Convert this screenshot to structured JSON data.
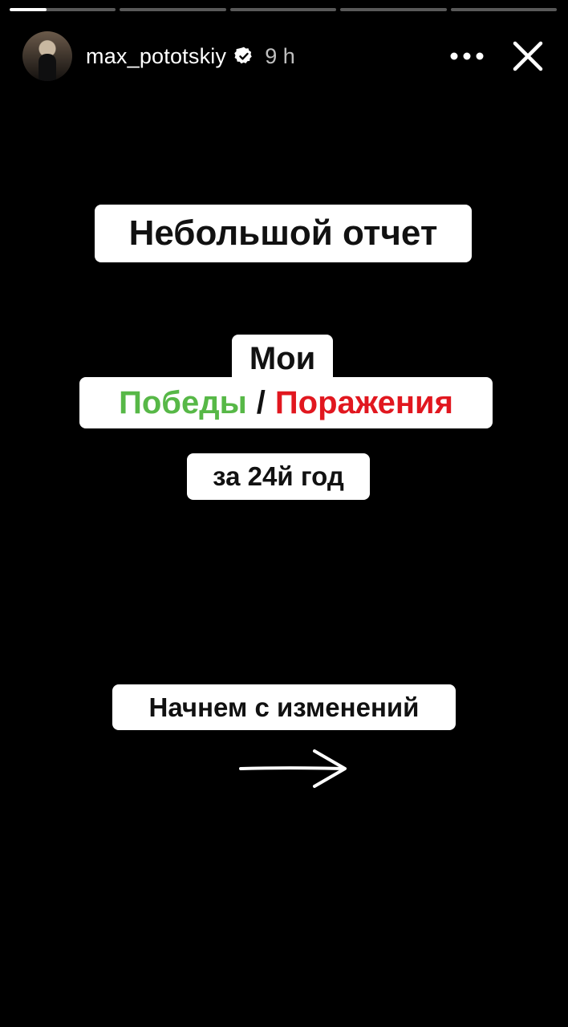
{
  "story": {
    "progress_segments": [
      0.35,
      0,
      0,
      0,
      0
    ]
  },
  "header": {
    "username": "max_pototskiy",
    "verified": true,
    "time": "9 h",
    "icons": {
      "avatar": "profile-photo",
      "verified": "verified-badge-icon",
      "more": "more-dots-icon",
      "close": "close-icon"
    }
  },
  "content": {
    "title": "Небольшой отчет",
    "moi": "Мои",
    "wins": "Победы",
    "slash": "/",
    "losses": "Поражения",
    "year": "за 24й год",
    "cta": "Начнем с изменений",
    "arrow_icon": "right-arrow-icon"
  },
  "colors": {
    "background": "#000000",
    "sticker_bg": "#ffffff",
    "wins": "#57b847",
    "losses": "#e1171f"
  }
}
